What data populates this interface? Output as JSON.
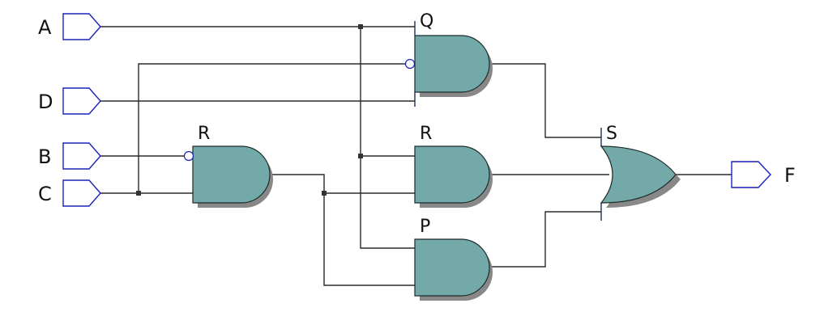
{
  "inputs": {
    "a": "A",
    "d": "D",
    "b": "B",
    "c": "C"
  },
  "output": {
    "f": "F"
  },
  "gates": {
    "and_top": "Q",
    "and_left": "R",
    "and_middle": "R",
    "and_bottom": "P",
    "or_gate": "S"
  },
  "colors": {
    "gate_fill": "#73aaa9",
    "pin_stroke": "#1a22b8",
    "wire": "#2b2b2b"
  }
}
